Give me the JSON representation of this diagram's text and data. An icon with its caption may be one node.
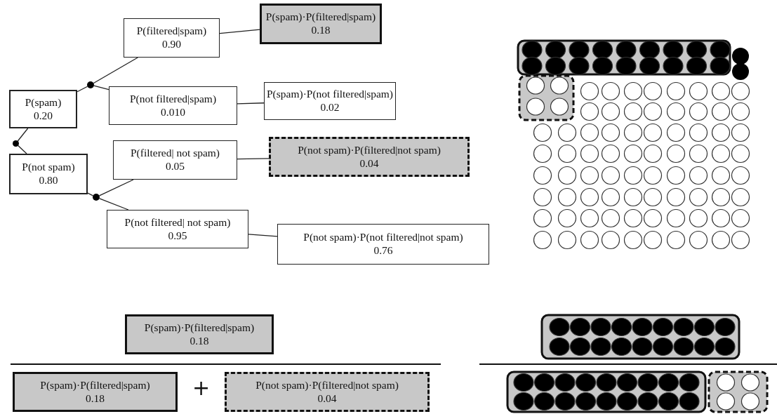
{
  "diagram": {
    "nodes": [
      {
        "text": [
          "P(spam)",
          "0.20"
        ]
      },
      {
        "text": [],
        "shape": "circle"
      },
      {
        "text": [
          "P(not spam)",
          "0.80"
        ]
      },
      {
        "text": [],
        "shape": "circle"
      },
      {
        "text": [
          "P(filtered|spam)",
          "0.90"
        ]
      },
      {
        "text": [
          "P(not filtered|spam)",
          "0.010"
        ]
      },
      {
        "text": [],
        "shape": "circle"
      },
      {
        "text": [
          "P(filtered| not spam)",
          "0.05"
        ]
      },
      {
        "text": [
          "P(not filtered| not spam)",
          "0.95"
        ]
      },
      {
        "text": [
          "P(spam)·P(filtered|spam)",
          "0.18"
        ]
      },
      {
        "text": [
          "P(spam)·P(not filtered|spam)",
          "0.02"
        ]
      },
      {
        "text": [
          "P(not spam)·P(filtered|not spam)",
          "0.04"
        ]
      },
      {
        "text": [
          "P(not spam)·P(not filtered|not spam)",
          "0.76"
        ]
      },
      {
        "text": [
          "P(spam)·P(filtered|spam)",
          "0.18"
        ]
      },
      {
        "text": [
          "P(spam)·P(filtered|spam)",
          "0.18"
        ]
      },
      {
        "text": [
          "P(not spam)·P(filtered|not spam)",
          "0.04"
        ]
      }
    ],
    "edges": [
      {
        "from": 1,
        "to": 0,
        "arrow": "none"
      },
      {
        "from": 1,
        "to": 2,
        "arrow": "none"
      },
      {
        "from": 0,
        "to": 3,
        "arrow": "none"
      },
      {
        "from": 3,
        "to": 4,
        "arrow": "none"
      },
      {
        "from": 3,
        "to": 5,
        "arrow": "none"
      },
      {
        "from": 2,
        "to": 6,
        "arrow": "none"
      },
      {
        "from": 6,
        "to": 7,
        "arrow": "none"
      },
      {
        "from": 6,
        "to": 8,
        "arrow": "none"
      },
      {
        "from": 4,
        "to": 9,
        "arrow": "none"
      },
      {
        "from": 5,
        "to": 10,
        "arrow": "none"
      },
      {
        "from": 7,
        "to": 11,
        "arrow": "none"
      },
      {
        "from": 8,
        "to": 12,
        "arrow": "none"
      }
    ],
    "labels": [
      "+"
    ]
  }
}
